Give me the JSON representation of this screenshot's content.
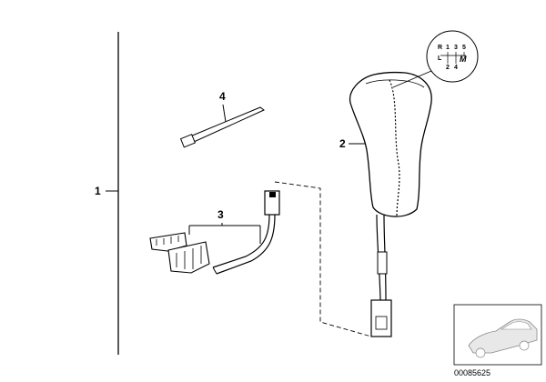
{
  "callouts": {
    "one": "1",
    "two": "2",
    "three": "3",
    "four": "4"
  },
  "shift_pattern": {
    "r": "R",
    "one": "1",
    "three": "3",
    "five": "5",
    "l": "L",
    "m": "M",
    "two": "2",
    "four": "4"
  },
  "document_number": "00085625"
}
